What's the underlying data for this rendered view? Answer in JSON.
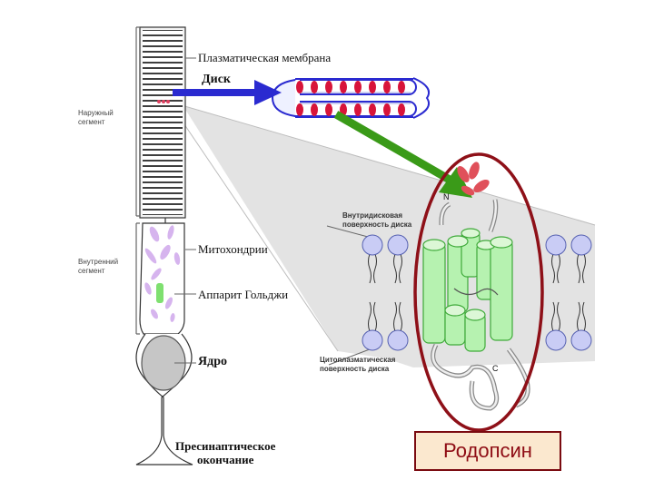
{
  "labels": {
    "plasma_membrane": "Плазматическая мембрана",
    "disk": "Диск",
    "outer_segment": "Наружный\nсегмент",
    "inner_segment": "Внутренний\nсегмент",
    "mitochondria": "Митохондрии",
    "golgi": "Аппарит Гольджи",
    "nucleus": "Ядро",
    "presynaptic": "Пресинаптическое\nокончание",
    "intradisk_surface": "Внутридисковая\nповерхность диска",
    "cytoplasmic_surface": "Цитоплазматическая\nповерхность диска",
    "n_terminus": "N",
    "c_terminus": "C",
    "rhodopsin": "Родопсин"
  },
  "colors": {
    "arrow_blue": "#2a2ad0",
    "arrow_green": "#3a9a18",
    "ellipse": "#8e1018",
    "helix_fill": "#b6f2b0",
    "helix_stroke": "#3faa3a",
    "lipid_head": "#c9ccf5",
    "disk_dots": "#d8143a",
    "retinal": "#e0505a"
  }
}
